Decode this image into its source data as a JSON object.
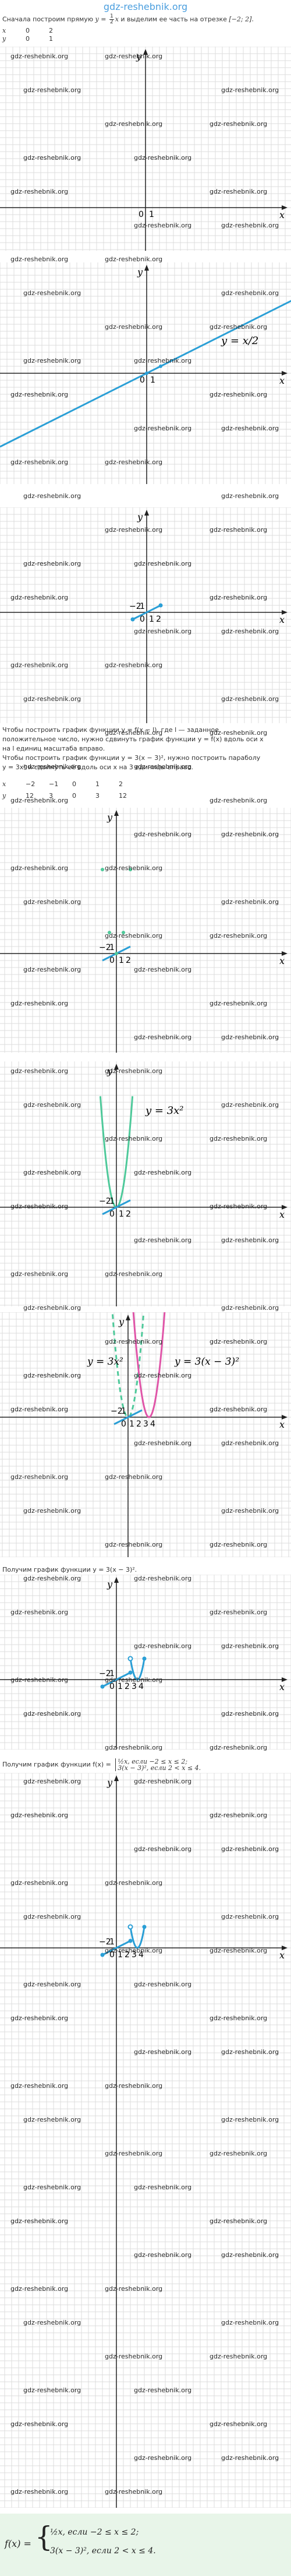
{
  "site_title": "gdz-reshebnik.org",
  "watermark": "gdz-reshebnik.org",
  "intro": {
    "text_a": "Сначала построим прямую",
    "text_b": "и выделим ее часть на отрезке",
    "eq": "y = ",
    "frac_num": "1",
    "frac_den": "2",
    "x": "x",
    "interval": "[−2; 2]."
  },
  "table1": {
    "x_label": "x",
    "x_vals": [
      "0",
      "2"
    ],
    "y_label": "y",
    "y_vals": [
      "0",
      "1"
    ]
  },
  "axis": {
    "x": "x",
    "y": "y",
    "zero": "0",
    "one": "1",
    "ticks": [
      "1",
      "2",
      "3",
      "4"
    ],
    "neg": [
      "−2",
      "1"
    ]
  },
  "graph2_label": "y = x/2",
  "para2": [
    "Чтобы построить график функции y = f(x − l), где l — заданное",
    "положительное число, нужно сдвинуть график функции y = f(x) вдоль оси x",
    "на l единиц масштаба вправо.",
    "Чтобы построить график функции y = 3(x − 3)², нужно построить параболу",
    "y = 3x² и сдвинуть её вдоль оси x на 3 единицы вправо."
  ],
  "table2": {
    "x_label": "x",
    "x_vals": [
      "−2",
      "−1",
      "0",
      "1",
      "2"
    ],
    "y_label": "y",
    "y_vals": [
      "12",
      "3",
      "0",
      "3",
      "12"
    ]
  },
  "graph_y3x2": "y = 3x²",
  "graph_y3x3": "y = 3(x − 3)²",
  "got1": "Получим график функции y = 3(x − 3)².",
  "got2_a": "Получим график функции f(x) =",
  "case1": "½x, если −2 ≤ x ≤ 2;",
  "case2": "3(x − 3)², если 2 < x ≤ 4.",
  "final": {
    "fx": "f(x) =",
    "case1": "½x, если −2 ≤ x ≤ 2;",
    "case2": "3(x − 3)², если 2 < x ≤ 4."
  },
  "colors": {
    "blue": "#2a9fd6",
    "green": "#4ec99a",
    "pink": "#e055a8",
    "grid": "#dcdcdc",
    "axis": "#222222"
  }
}
